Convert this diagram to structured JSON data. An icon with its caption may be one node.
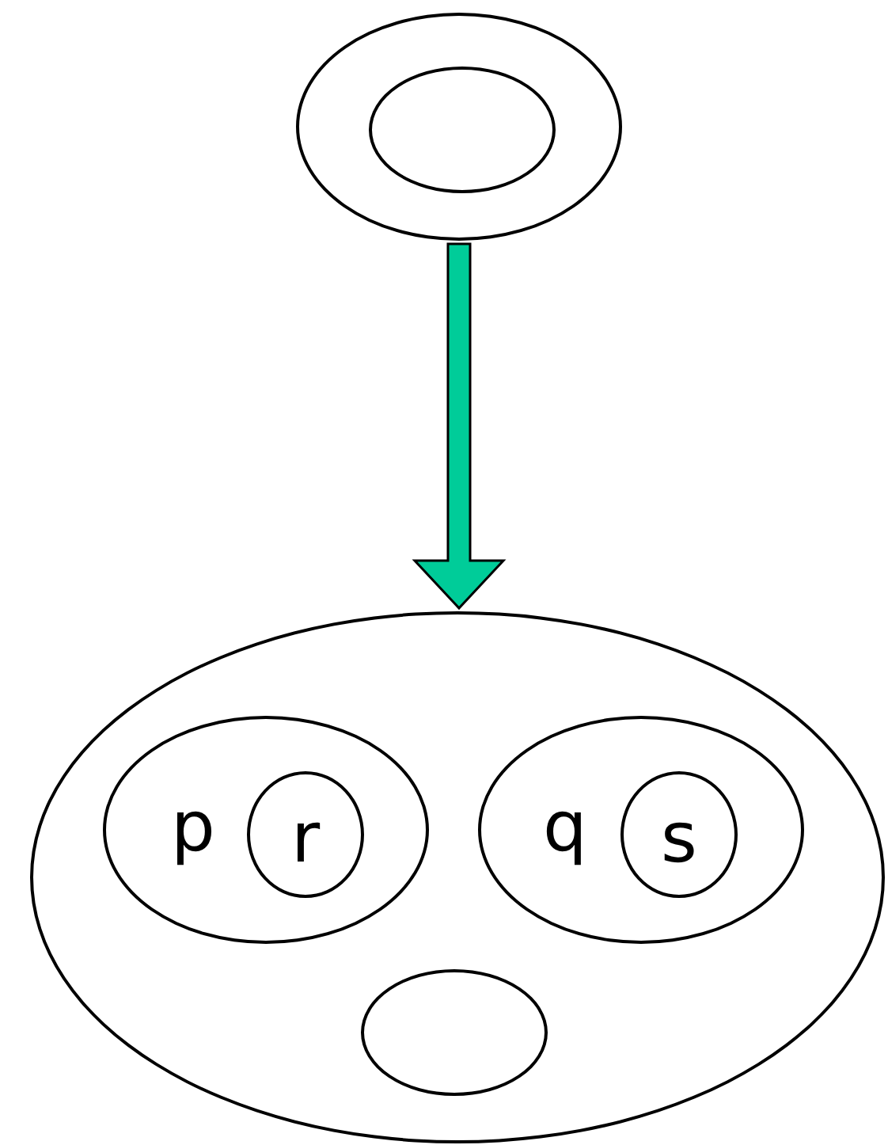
{
  "diagram": {
    "nodes": [
      {
        "text": [],
        "shape": "ellipse"
      },
      {
        "text": [],
        "shape": "ellipse",
        "in": 0
      },
      {
        "text": [],
        "shape": "ellipse"
      },
      {
        "text": [
          "p"
        ],
        "in": 2
      },
      {
        "text": [
          "r"
        ],
        "in": 3
      },
      {
        "text": [
          "q"
        ],
        "in": 2
      },
      {
        "text": [
          "s"
        ],
        "in": 5
      },
      {
        "text": [],
        "shape": "ellipse",
        "in": 2
      }
    ],
    "edges": [
      {
        "from": 0,
        "to": 2,
        "arrow": "to",
        "style": "thick",
        "color": "#00cc99"
      }
    ]
  }
}
